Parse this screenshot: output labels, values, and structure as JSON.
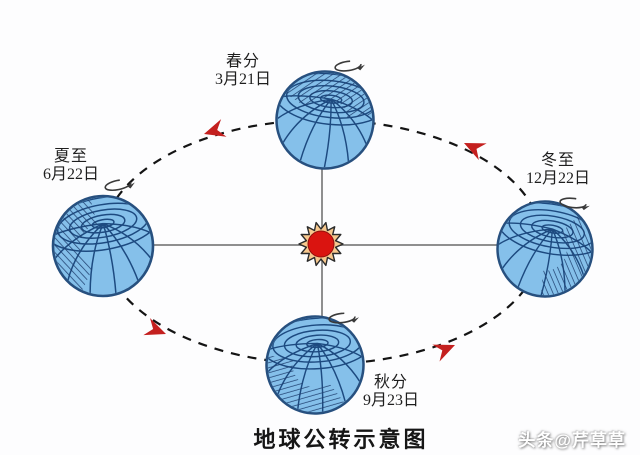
{
  "diagram": {
    "title": "地球公转示意图",
    "watermark": "头条@芹草草",
    "positions": [
      {
        "id": "spring-equinox",
        "season": "春分",
        "date": "3月21日"
      },
      {
        "id": "summer-solstice",
        "season": "夏至",
        "date": "6月22日"
      },
      {
        "id": "winter-solstice",
        "season": "冬至",
        "date": "12月22日"
      },
      {
        "id": "autumn-equinox",
        "season": "秋分",
        "date": "9月23日"
      }
    ],
    "colors": {
      "earth_fill": "#85c0ea",
      "earth_grid": "#1d4a80",
      "earth_outline": "#27507f",
      "sun_core": "#da1410",
      "sun_corona": "#f6c88e",
      "orbit_line": "#141414",
      "direction_arrow": "#c4201f",
      "connector_line": "#8f8f8f"
    }
  }
}
